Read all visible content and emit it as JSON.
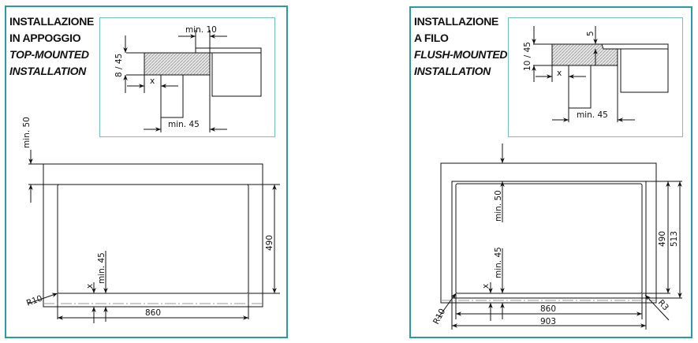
{
  "colors": {
    "frame": "#2a9aa8",
    "detail_frame": "#6fc0c9",
    "line": "#111111",
    "hatch": "#bdbdbd"
  },
  "panels": [
    {
      "id": "top-mounted",
      "title_it_1": "INSTALLAZIONE",
      "title_it_2": "IN APPOGGIO",
      "title_en_1": "TOP-MOUNTED",
      "title_en_2": "INSTALLATION",
      "detail": {
        "min_top": "min. 10",
        "thickness": "8 / 45",
        "x": "x",
        "min_bottom": "min. 45"
      },
      "plan": {
        "min_top": "min. 50",
        "height": "490",
        "width": "860",
        "min_front": "min. 45",
        "x": "x",
        "radius": "R10"
      }
    },
    {
      "id": "flush-mounted",
      "title_it_1": "INSTALLAZIONE",
      "title_it_2": "A FILO",
      "title_en_1": "FLUSH-MOUNTED",
      "title_en_2": "INSTALLATION",
      "detail": {
        "step": "5",
        "thickness": "10 / 45",
        "x": "x",
        "min_bottom": "min. 45"
      },
      "plan": {
        "min_top": "min. 50",
        "height_inner": "490",
        "height_outer": "513",
        "width_inner": "860",
        "width_outer": "903",
        "min_front": "min. 45",
        "x": "x",
        "radius_left": "R10",
        "radius_right": "R3"
      }
    }
  ]
}
